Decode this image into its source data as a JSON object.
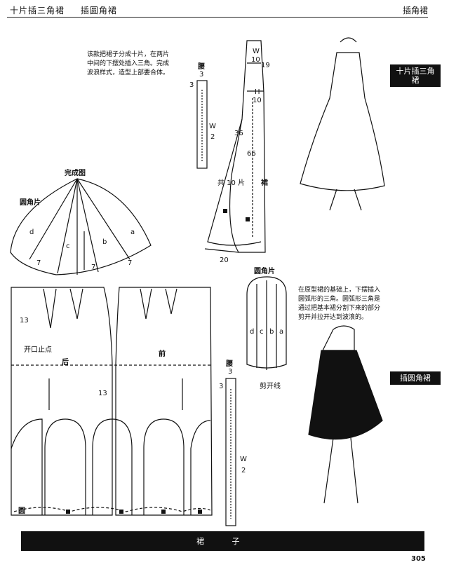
{
  "header": {
    "left_items": [
      "十片插三角裙",
      "插圆角裙"
    ],
    "right_title": "插角裙"
  },
  "side_tabs": {
    "top": "十片插三角裙",
    "bottom": "插圆角裙"
  },
  "notes": {
    "top": "该款把裙子分成十片，在两片中间的下摆处插入三角。完成波浪样式，造型上部要合体。",
    "middle": "在原型裙的基础上，下摆插入圆弧形的三角。圆弧形三角是通过把基本裙分割下来的部分剪开并拉开达到波浪的。"
  },
  "upper_diagram": {
    "waistband_title": "腰",
    "waistband_width": "3",
    "waistband_height": "3",
    "waist_formula_top": "W",
    "waist_formula_bottom": "2",
    "panel_top_w": "W",
    "panel_top_n": "10",
    "panel_19": "19",
    "panel_hip_h": "H",
    "panel_hip_n": "10",
    "panel_36": "36",
    "panel_66": "66",
    "panel_count": "共 10 片",
    "panel_skirt": "裙",
    "panel_20": "20",
    "finish_title": "完成图",
    "gore_title": "圆角片",
    "gore_letters": [
      "d",
      "c",
      "b",
      "a"
    ],
    "gore_7": "7"
  },
  "lower_diagram": {
    "label_13_left": "13",
    "label_13_mid": "13",
    "opening_mark": "开口止点",
    "back": "后",
    "front": "前",
    "curve_mark": "圆",
    "waistband_title": "腰",
    "waistband_width": "3",
    "waistband_height": "3",
    "waist_formula_top": "W",
    "waist_formula_bottom": "2",
    "gore_title": "圆角片",
    "gore_letters": [
      "d",
      "c",
      "b",
      "a"
    ],
    "cut_line": "剪开线"
  },
  "footer": {
    "text": "裙 子",
    "page_number": "305"
  }
}
